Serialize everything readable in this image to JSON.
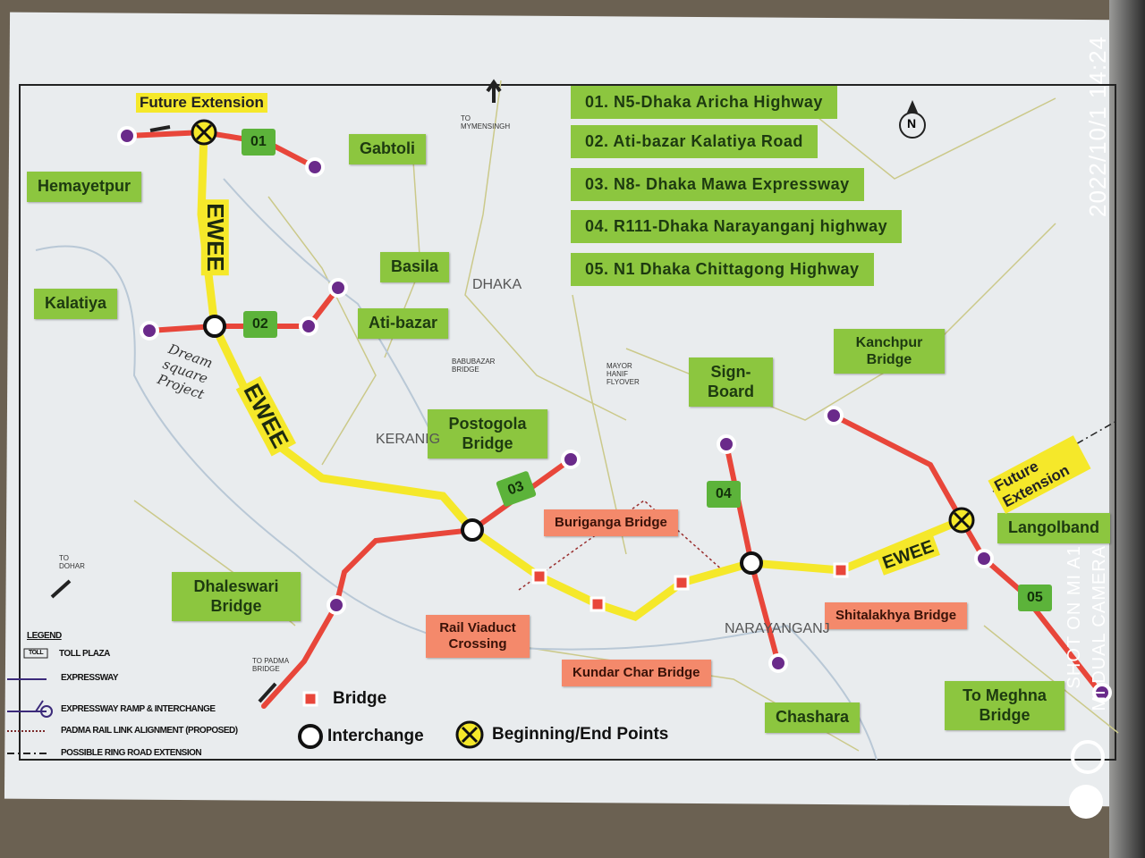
{
  "watermark": {
    "datetime": "2022/10/1  14:24",
    "device": "SHOT ON MI A1",
    "camera": "MI DUAL CAMERA"
  },
  "colors": {
    "expressway_ewee": "#f5e82a",
    "link_roads": "#e8463a",
    "labels": "#8cc63f",
    "bridge_labels": "#f4896b",
    "nodes": "#6a2a8a"
  },
  "roads": [
    {
      "num": "01",
      "name": "01. N5-Dhaka Aricha Highway"
    },
    {
      "num": "02",
      "name": "02. Ati-bazar Kalatiya Road"
    },
    {
      "num": "03",
      "name": "03. N8- Dhaka Mawa Expressway"
    },
    {
      "num": "04",
      "name": "04. R111-Dhaka Narayanganj highway"
    },
    {
      "num": "05",
      "name": "05. N1 Dhaka Chittagong Highway"
    }
  ],
  "places": {
    "hemayetpur": "Hemayetpur",
    "gabtoli": "Gabtoli",
    "kalatiya": "Kalatiya",
    "basila": "Basila",
    "atibazar": "Ati-bazar",
    "postogola": "Postogola Bridge",
    "signboard": "Sign-Board",
    "kanchpur": "Kanchpur Bridge",
    "langolband": "Langolband",
    "dhaleswari": "Dhaleswari Bridge",
    "chashara": "Chashara",
    "meghna": "To Meghna Bridge"
  },
  "bridges": {
    "buriganga": "Buriganga Bridge",
    "rail": "Rail Viaduct Crossing",
    "kundar": "Kundar Char Bridge",
    "shitalakhya": "Shitalakhya Bridge"
  },
  "future_extension": "Future Extension",
  "ewee": "EWEE",
  "cities": {
    "dhaka": "DHAKA",
    "keranig": "KERANIG",
    "narayanganj": "NARAYANGANJ"
  },
  "annotation": "Dream square Project",
  "map_small": {
    "myme": "TO MYMENSINGH",
    "dohar": "TO DOHAR",
    "padma": "TO PADMA BRIDGE",
    "mayor": "MAYOR HANIF FLYOVER",
    "babu": "BABUBAZAR BRIDGE"
  },
  "key": {
    "bridge": "Bridge",
    "interchange": "Interchange",
    "endpoints": "Beginning/End Points"
  },
  "legend": {
    "title": "LEGEND",
    "toll_box": "TOLL",
    "toll": "TOLL PLAZA",
    "expressway": "EXPRESSWAY",
    "ramp": "EXPRESSWAY RAMP & INTERCHANGE",
    "rail": "PADMA RAIL LINK ALIGNMENT (PROPOSED)",
    "ring": "POSSIBLE RING ROAD EXTENSION"
  },
  "north": "N"
}
